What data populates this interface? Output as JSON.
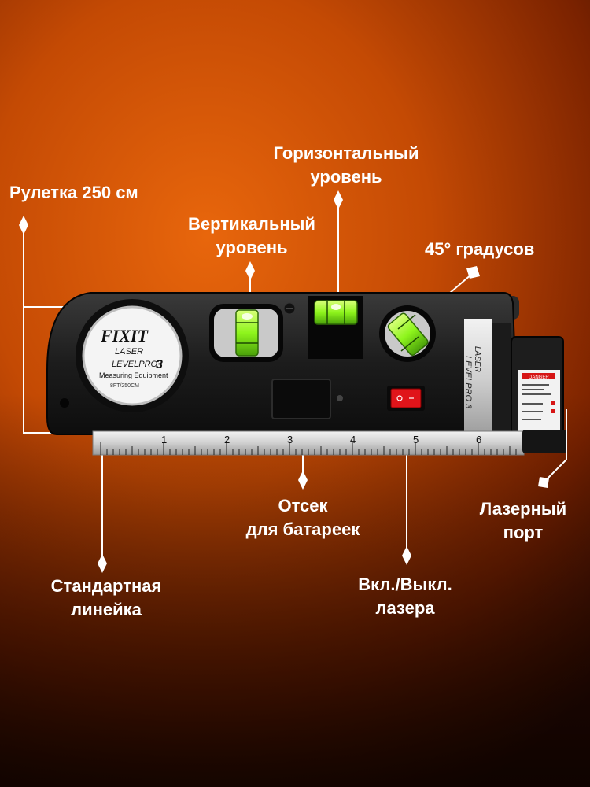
{
  "labels": {
    "tape": "Рулетка 250 см",
    "horizontal": [
      "Горизонтальный",
      "уровень"
    ],
    "vertical": [
      "Вертикальный",
      "уровень"
    ],
    "deg45": "45° градусов",
    "battery": [
      "Отсек",
      "для батареек"
    ],
    "laser_port": [
      "Лазерный",
      "порт"
    ],
    "ruler": [
      "Стандартная",
      "линейка"
    ],
    "switch": [
      "Вкл./Выкл.",
      "лазера"
    ]
  },
  "device": {
    "brand": "FIXIT",
    "logo_line1": "LASER",
    "logo_line2": "LEVELPRO",
    "logo_num": "3",
    "logo_line3": "Measuring Equipment",
    "logo_line4": "8FT/250CM",
    "side_text1": "LASER",
    "side_text2": "LEVELPRO 3",
    "warning": "DANGER",
    "ruler_numbers": [
      "1",
      "2",
      "3",
      "4",
      "5",
      "6"
    ]
  },
  "colors": {
    "accent": "#e8660c",
    "device_body": "#1a1a1a",
    "bubble": "#9cff2a",
    "switch": "#e0141a"
  }
}
